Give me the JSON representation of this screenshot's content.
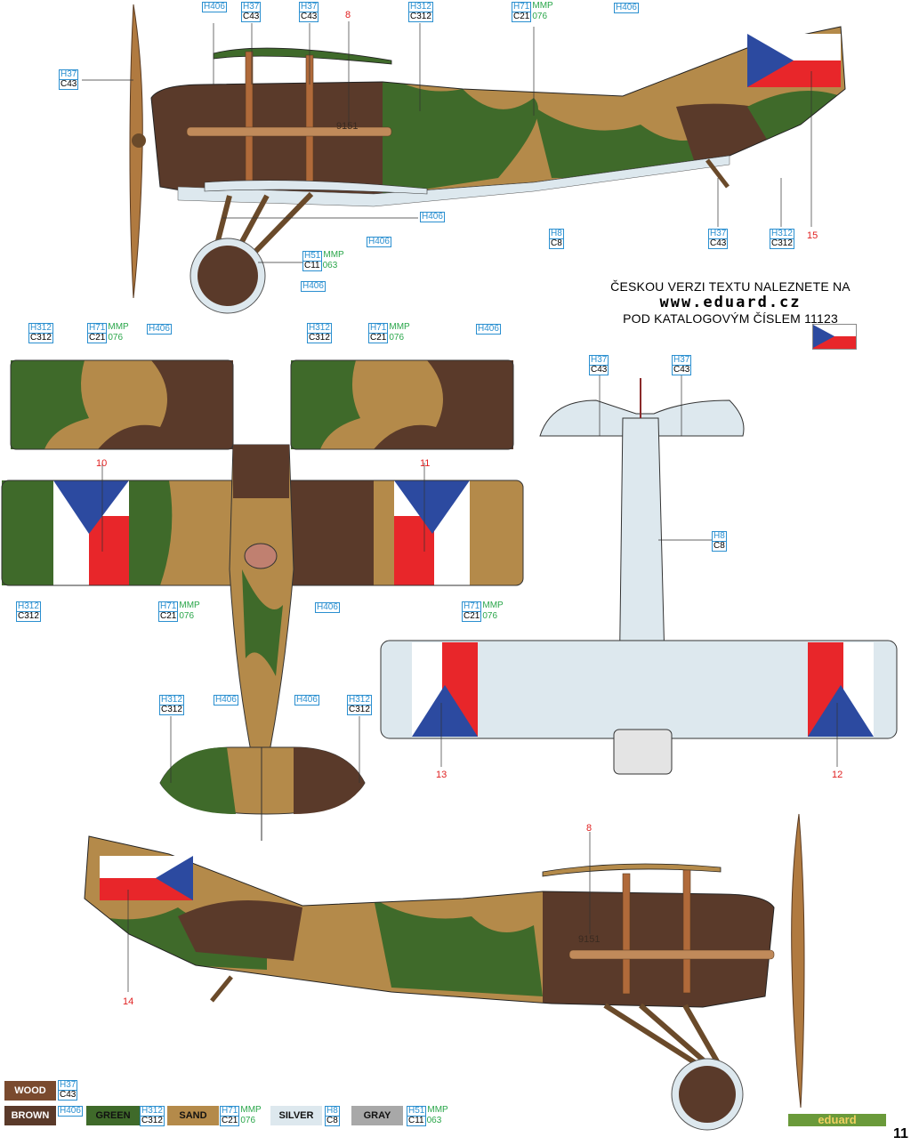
{
  "callouts": {
    "side_top": [
      {
        "h": "H406",
        "c": ""
      },
      {
        "h": "H37",
        "c": "C43"
      },
      {
        "h": "H37",
        "c": "C43"
      },
      {
        "h": "H312",
        "c": "C312"
      },
      {
        "h": "H71",
        "c": "C21",
        "m1": "MMP",
        "m2": "076"
      },
      {
        "h": "H406",
        "c": ""
      },
      {
        "h": "H37",
        "c": "C43"
      },
      {
        "h": "H406",
        "c": ""
      },
      {
        "h": "H406",
        "c": ""
      },
      {
        "h": "H51",
        "c": "C11",
        "m1": "MMP",
        "m2": "063"
      },
      {
        "h": "H406",
        "c": ""
      },
      {
        "h": "H8",
        "c": "C8"
      },
      {
        "h": "H37",
        "c": "C43"
      },
      {
        "h": "H312",
        "c": "C312"
      }
    ],
    "top_view": [
      {
        "h": "H312",
        "c": "C312"
      },
      {
        "h": "H71",
        "c": "C21",
        "m1": "MMP",
        "m2": "076"
      },
      {
        "h": "H406",
        "c": ""
      },
      {
        "h": "H312",
        "c": "C312"
      },
      {
        "h": "H71",
        "c": "C21",
        "m1": "MMP",
        "m2": "076"
      },
      {
        "h": "H406",
        "c": ""
      },
      {
        "h": "H312",
        "c": "C312"
      },
      {
        "h": "H71",
        "c": "C21",
        "m1": "MMP",
        "m2": "076"
      },
      {
        "h": "H406",
        "c": ""
      },
      {
        "h": "H71",
        "c": "C21",
        "m1": "MMP",
        "m2": "076"
      },
      {
        "h": "H312",
        "c": "C312"
      },
      {
        "h": "H406",
        "c": ""
      },
      {
        "h": "H406",
        "c": ""
      },
      {
        "h": "H312",
        "c": "C312"
      }
    ],
    "bottom_view": [
      {
        "h": "H37",
        "c": "C43"
      },
      {
        "h": "H37",
        "c": "C43"
      },
      {
        "h": "H8",
        "c": "C8"
      }
    ]
  },
  "numbers": [
    "8",
    "15",
    "10",
    "11",
    "13",
    "12",
    "8",
    "14"
  ],
  "serial": "9151",
  "note": {
    "line1": "ČESKOU VERZI TEXTU NALEZNETE NA",
    "line2": "www.eduard.cz",
    "line3": "POD KATALOGOVÝM ČÍSLEM 11123"
  },
  "legend": [
    {
      "name": "WOOD",
      "h": "H37",
      "c": "C43",
      "color": "#7a4a2e"
    },
    {
      "name": "BROWN",
      "h": "H406",
      "c": "",
      "color": "#5a3a2a"
    },
    {
      "name": "GREEN",
      "h": "H312",
      "c": "C312",
      "color": "#3f6a2a"
    },
    {
      "name": "SAND",
      "h": "H71",
      "c": "C21",
      "m1": "MMP",
      "m2": "076",
      "color": "#b48a4a"
    },
    {
      "name": "SILVER",
      "h": "H8",
      "c": "C8",
      "color": "#dde8ee"
    },
    {
      "name": "GRAY",
      "h": "H51",
      "c": "C11",
      "m1": "MMP",
      "m2": "063",
      "color": "#a8a8a8"
    }
  ],
  "brand": "eduard",
  "page_number": "11",
  "colors": {
    "brown": "#5a3a2a",
    "green": "#3f6a2a",
    "sand": "#b48a4a",
    "silver": "#dde8ee",
    "red": "#e8262a",
    "blue": "#2c4aa0",
    "wood": "#9a6a3a",
    "callout": "#2a8fd0",
    "mmp": "#2aa64a",
    "number": "#e02020"
  }
}
